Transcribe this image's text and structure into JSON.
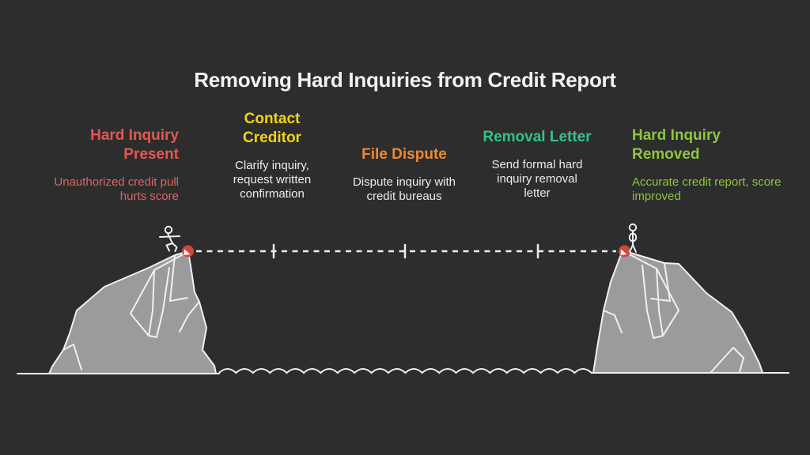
{
  "title": "Removing Hard Inquiries from Credit Report",
  "colors": {
    "background": "#2d2d2d",
    "title_text": "#f2f2f2",
    "line": "#ededed",
    "mountain_fill": "#9b9b9b",
    "mountain_stroke": "#f0f0f0",
    "marker": "#cf473e",
    "marker_mark": "#ffffff"
  },
  "steps": [
    {
      "name": "hard-inquiry-present",
      "title_lines": [
        "Hard Inquiry",
        "Present"
      ],
      "desc": "Unauthorized credit pull hurts score",
      "title_color": "#e45752",
      "desc_color": "#dc6660"
    },
    {
      "name": "contact-creditor",
      "title_lines": [
        "Contact",
        "Creditor"
      ],
      "desc": "Clarify inquiry, request written confirmation",
      "title_color": "#f2d513",
      "desc_color": "#ececec"
    },
    {
      "name": "file-dispute",
      "title_lines": [
        "File Dispute"
      ],
      "desc": "Dispute inquiry with credit bureaus",
      "title_color": "#ee8833",
      "desc_color": "#ececec"
    },
    {
      "name": "removal-letter",
      "title_lines": [
        "Removal Letter"
      ],
      "desc": "Send formal hard inquiry removal letter",
      "title_color": "#33c289",
      "desc_color": "#ececec"
    },
    {
      "name": "hard-inquiry-removed",
      "title_lines": [
        "Hard Inquiry",
        "Removed"
      ],
      "desc": "Accurate credit report, score improved",
      "title_color": "#8dc63f",
      "desc_color": "#8dc63f"
    }
  ],
  "scene": {
    "left_figure": "stick-figure-walking",
    "right_figure": "stick-figure-standing",
    "start_marker": "red-dot",
    "end_marker": "red-dot",
    "milestone_tick_count": 3
  }
}
